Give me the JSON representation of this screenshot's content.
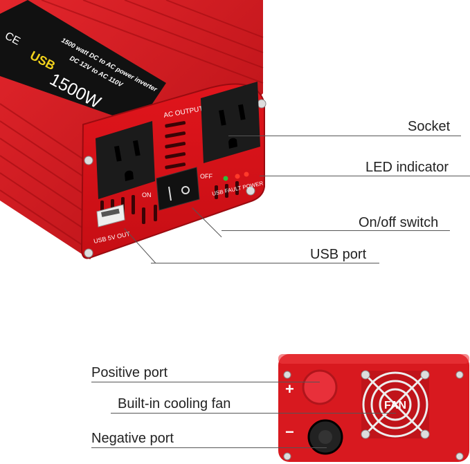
{
  "callouts": {
    "socket": "Socket",
    "led_indicator": "LED indicator",
    "onoff_switch": "On/off switch",
    "usb_port": "USB port",
    "positive_port": "Positive port",
    "cooling_fan": "Built-in cooling fan",
    "negative_port": "Negative port"
  },
  "device_top": {
    "brand_line1": "1500 watt DC to AC power inverter",
    "brand_line2": "DC 12V to AC 110V",
    "usb_tag": "USB",
    "wattage": "1500W",
    "ac_output": "AC OUTPUT",
    "on_label": "ON",
    "off_label": "OFF",
    "usb_out": "USB  5V  OUT",
    "status_leds": "USB FAULT POWER"
  },
  "device_back": {
    "plus": "+",
    "minus": "−",
    "fan_letters": "FAN"
  },
  "colors": {
    "body_red": "#d8191f",
    "dark_red": "#8e0b0f",
    "socket_black": "#1b1b1b",
    "led_green": "#2fbf3a",
    "led_red": "#ff3a2a"
  }
}
